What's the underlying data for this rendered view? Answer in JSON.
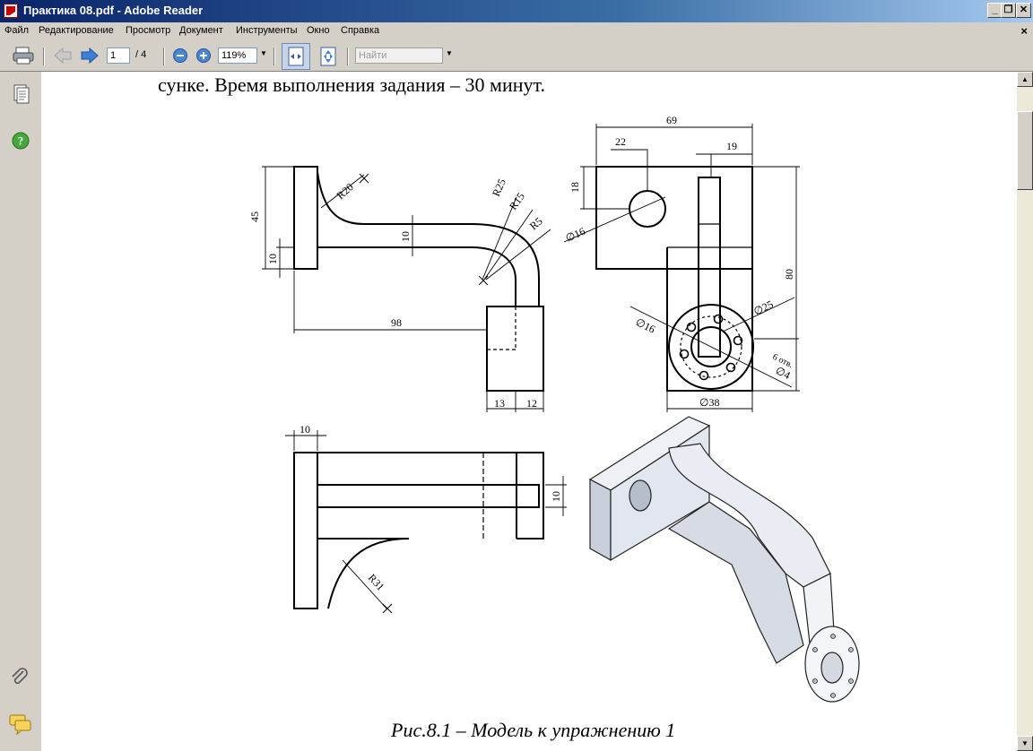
{
  "window": {
    "title": "Практика 08.pdf - Adobe Reader"
  },
  "menu": {
    "items": [
      "Файл",
      "Редактирование",
      "Просмотр",
      "Документ",
      "Инструменты",
      "Окно",
      "Справка"
    ]
  },
  "toolbar": {
    "page_current": "1",
    "page_total": "/ 4",
    "zoom": "119%",
    "search_placeholder": "Найти"
  },
  "document": {
    "text_line": "сунке. Время выполнения задания – 30 минут.",
    "caption": "Рис.8.1 – Модель к упражнению 1",
    "dims": {
      "d69": "69",
      "d22": "22",
      "d19": "19",
      "d18": "18",
      "dia16a": "∅16",
      "d80": "80",
      "dia16b": "∅16",
      "dia25": "∅25",
      "holes": "6 отв.",
      "dia4": "∅4",
      "dia38": "∅38",
      "d45": "45",
      "d10a": "10",
      "d10b": "10",
      "r20": "R20",
      "r25": "R25",
      "r15": "R15",
      "r5": "R5",
      "d98": "98",
      "d13": "13",
      "d12": "12",
      "d10top": "10",
      "d10c": "10",
      "r31": "R31"
    }
  },
  "colors": {
    "titlebar": "#0a246a",
    "window": "#d4d0c8",
    "page": "#ffffff"
  }
}
